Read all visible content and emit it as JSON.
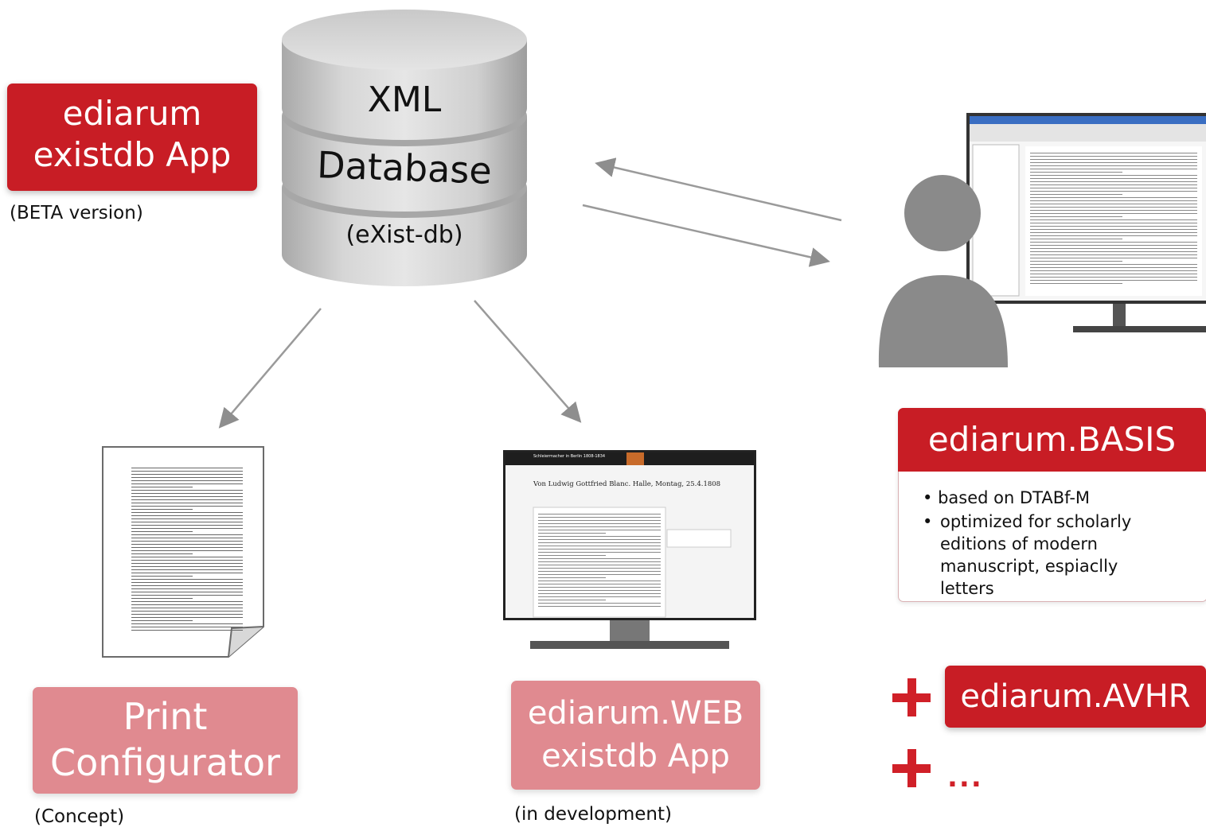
{
  "apps": {
    "existdb_app": {
      "title_line1": "ediarum",
      "title_line2": "existdb App",
      "note": "(BETA version)"
    },
    "print": {
      "title_line1": "Print",
      "title_line2": "Configurator",
      "note": "(Concept)"
    },
    "web": {
      "title_line1": "ediarum.WEB",
      "title_line2": "existdb App",
      "note": "(in development)"
    }
  },
  "database": {
    "line1": "XML",
    "line2": "Database",
    "line3": "(eXist-db)"
  },
  "basis": {
    "title": "ediarum.BASIS",
    "bullets": [
      "based on DTABf-M",
      "optimized for scholarly editions of modern manuscript, espiaclly letters"
    ]
  },
  "extensions": {
    "avhr": "ediarum.AVHR",
    "more": "..."
  },
  "web_screen": {
    "site_title": "Schleiermacher in Berlin 1808-1834",
    "heading": "Von Ludwig Gottfried Blanc. Halle, Montag, 25.4.1808"
  },
  "colors": {
    "red": "#c81d25",
    "pink": "#e08a90",
    "gray": "#c8c8c8"
  }
}
